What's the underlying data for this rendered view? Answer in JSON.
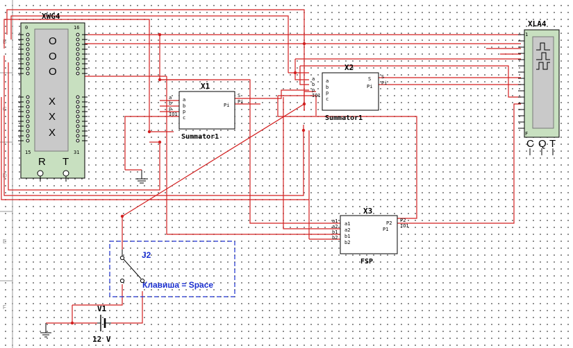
{
  "ruler": {
    "labels": [
      "B",
      "C",
      "D",
      "E",
      "F"
    ]
  },
  "colors": {
    "wire": "#d21f1f",
    "device": "#c8e0c0",
    "dashed": "#1a2fd0",
    "dots": "#6e6e6e"
  },
  "xwg": {
    "name": "XWG4",
    "pin_top_left": "0",
    "pin_top_right": "16",
    "pin_bottom_left": "15",
    "pin_bottom_right": "31",
    "display_top": [
      "O",
      "O",
      "O"
    ],
    "display_bottom": [
      "X",
      "X",
      "X"
    ],
    "terminal_r": "R",
    "terminal_t": "T"
  },
  "xla": {
    "name": "XLA4",
    "pin_first": "1",
    "pin_last": "F",
    "terminals": [
      "C",
      "Q",
      "T"
    ]
  },
  "x1": {
    "ref": "X1",
    "name": "Summator1",
    "in_pins": [
      "a",
      "b",
      "p",
      "IO1",
      "c"
    ],
    "inner_pins": [
      "a",
      "b",
      "p",
      "c"
    ],
    "out_pins": [
      "S",
      "Pi"
    ]
  },
  "x2": {
    "ref": "X2",
    "name": "Summator1",
    "in_pins": [
      "a",
      "b",
      "p",
      "IO1",
      "c"
    ],
    "inner_pins": [
      "a",
      "b",
      "p",
      "c"
    ],
    "out_pins": [
      "S",
      "Pi"
    ]
  },
  "x3": {
    "ref": "X3",
    "name": "FSP",
    "in_pins": [
      "a1",
      "a2",
      "b1",
      "b2"
    ],
    "inner_pins": [
      "a1",
      "a2",
      "b1",
      "b2"
    ],
    "out_pins": [
      "P2",
      "IO1"
    ],
    "inner_out_pins": [
      "P2",
      "P1"
    ]
  },
  "j2": {
    "ref": "J2",
    "key_label": "Клавиша = Space"
  },
  "v1": {
    "ref": "V1",
    "value": "12 V"
  }
}
